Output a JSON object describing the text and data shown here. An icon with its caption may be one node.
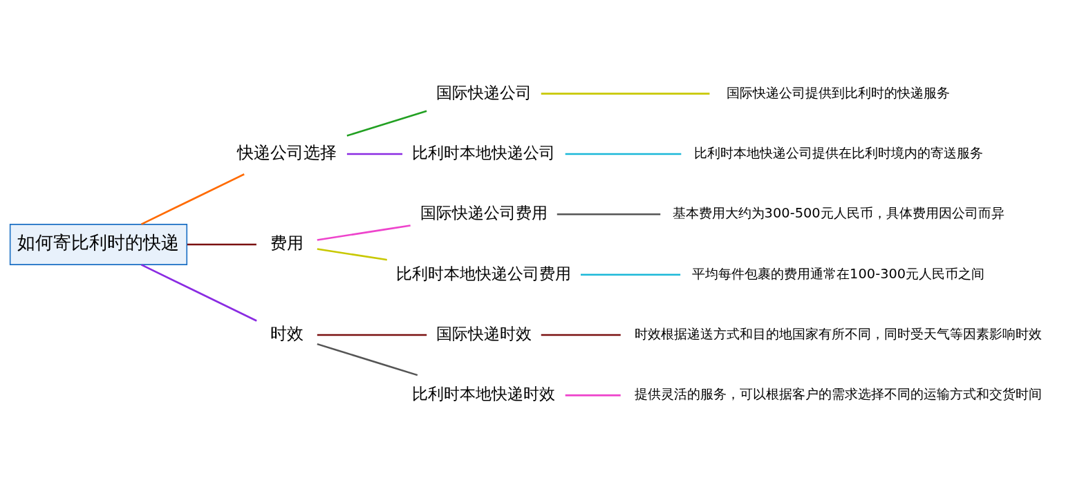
{
  "diagram": {
    "nodes": [
      {
        "text": [
          "如何寄比利时的快递"
        ]
      },
      {
        "text": [
          "快递公司选择"
        ]
      },
      {
        "text": [
          "国际快递公司"
        ]
      },
      {
        "text": [
          "国际快递公司提供到比利时的快递服务"
        ]
      },
      {
        "text": [
          "比利时本地快递公司"
        ]
      },
      {
        "text": [
          "比利时本地快递公司提供在比利时境内的寄送服务"
        ]
      },
      {
        "text": [
          "费用"
        ]
      },
      {
        "text": [
          "国际快递公司费用"
        ]
      },
      {
        "text": [
          "基本费用大约为300-500元人民币，具体费用因公司而异"
        ]
      },
      {
        "text": [
          "比利时本地快递公司费用"
        ]
      },
      {
        "text": [
          "平均每件包裹的费用通常在100-300元人民币之间"
        ]
      },
      {
        "text": [
          "时效"
        ]
      },
      {
        "text": [
          "国际快递时效"
        ]
      },
      {
        "text": [
          "时效根据递送方式和目的地国家有所不同，同时受天气等因素影响时效"
        ]
      },
      {
        "text": [
          "比利时本地快递时效"
        ]
      },
      {
        "text": [
          "提供灵活的服务，可以根据客户的需求选择不同的运输方式和交货时间"
        ]
      }
    ],
    "edges": [
      {
        "from": 0,
        "to": 1,
        "arrow": "none",
        "color": "#ff6a00"
      },
      {
        "from": 1,
        "to": 2,
        "arrow": "none",
        "color": "#22a022"
      },
      {
        "from": 2,
        "to": 3,
        "arrow": "none",
        "color": "#c8c800"
      },
      {
        "from": 1,
        "to": 4,
        "arrow": "none",
        "color": "#8a2be2"
      },
      {
        "from": 4,
        "to": 5,
        "arrow": "none",
        "color": "#1ab8d8"
      },
      {
        "from": 0,
        "to": 6,
        "arrow": "none",
        "color": "#7a1010"
      },
      {
        "from": 6,
        "to": 7,
        "arrow": "none",
        "color": "#ee44cc"
      },
      {
        "from": 7,
        "to": 8,
        "arrow": "none",
        "color": "#555555"
      },
      {
        "from": 6,
        "to": 9,
        "arrow": "none",
        "color": "#c8c800"
      },
      {
        "from": 9,
        "to": 10,
        "arrow": "none",
        "color": "#1ab8d8"
      },
      {
        "from": 0,
        "to": 11,
        "arrow": "none",
        "color": "#8a2be2"
      },
      {
        "from": 11,
        "to": 12,
        "arrow": "none",
        "color": "#7a1010"
      },
      {
        "from": 12,
        "to": 13,
        "arrow": "none",
        "color": "#7a1010"
      },
      {
        "from": 11,
        "to": 14,
        "arrow": "none",
        "color": "#555555"
      },
      {
        "from": 14,
        "to": 15,
        "arrow": "none",
        "color": "#ee44cc"
      }
    ]
  }
}
